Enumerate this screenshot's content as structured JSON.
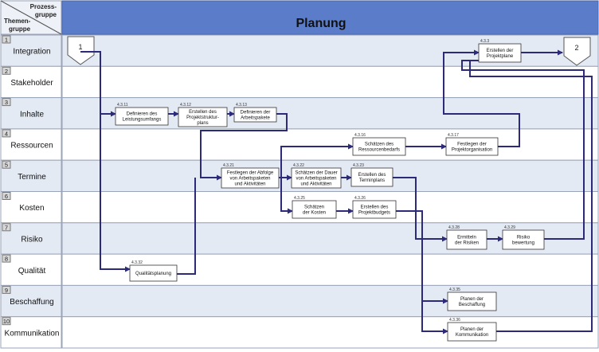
{
  "header": {
    "corner_top": "Prozess-",
    "corner_top2": "gruppe",
    "corner_bottom": "Themen-",
    "corner_bottom2": "gruppe",
    "title": "Planung"
  },
  "lanes": [
    {
      "number": "1",
      "name": "Integration"
    },
    {
      "number": "2",
      "name": "Stakeholder"
    },
    {
      "number": "3",
      "name": "Inhalte"
    },
    {
      "number": "4",
      "name": "Ressourcen"
    },
    {
      "number": "5",
      "name": "Termine"
    },
    {
      "number": "6",
      "name": "Kosten"
    },
    {
      "number": "7",
      "name": "Risiko"
    },
    {
      "number": "8",
      "name": "Qualität"
    },
    {
      "number": "9",
      "name": "Beschaffung"
    },
    {
      "number": "10",
      "name": "Kommunikation"
    }
  ],
  "connectors": [
    {
      "id": "start",
      "label": "1"
    },
    {
      "id": "end",
      "label": "2"
    }
  ],
  "processes": [
    {
      "id": "p4_3_11",
      "code": "4.3.11",
      "lines": [
        "Definieren des",
        "Leistungsumfangs"
      ]
    },
    {
      "id": "p4_3_12",
      "code": "4.3.12",
      "lines": [
        "Erstellen des",
        "Projektstruktur-",
        "plans"
      ]
    },
    {
      "id": "p4_3_13",
      "code": "4.3.13",
      "lines": [
        "Definieren der",
        "Arbeitspakete"
      ]
    },
    {
      "id": "p4_3_16",
      "code": "4.3.16",
      "lines": [
        "Schätzen des",
        "Ressourcenbedarfs"
      ]
    },
    {
      "id": "p4_3_17",
      "code": "4.3.17",
      "lines": [
        "Festlegen der",
        "Projektorganisation"
      ]
    },
    {
      "id": "p4_3_21",
      "code": "4.3.21",
      "lines": [
        "Festlegen der Abfolge",
        "von Arbeitspaketen",
        "und Aktivitäten"
      ]
    },
    {
      "id": "p4_3_22",
      "code": "4.3.22",
      "lines": [
        "Schätzen der Dauer",
        "von Arbeitspaketen",
        "und Aktivitäten"
      ]
    },
    {
      "id": "p4_3_23",
      "code": "4.3.23",
      "lines": [
        "Erstellen des",
        "Terminplans"
      ]
    },
    {
      "id": "p4_3_25",
      "code": "4.3.25",
      "lines": [
        "Schätzen",
        "der Kosten"
      ]
    },
    {
      "id": "p4_3_26",
      "code": "4.3.26",
      "lines": [
        "Erstellen des",
        "Projektbudgets"
      ]
    },
    {
      "id": "p4_3_28",
      "code": "4.3.28",
      "lines": [
        "Ermitteln",
        "der Risiken"
      ]
    },
    {
      "id": "p4_3_29",
      "code": "4.3.29",
      "lines": [
        "Risiko",
        "bewertung"
      ]
    },
    {
      "id": "p4_3_32",
      "code": "4.3.32",
      "lines": [
        "Qualitätsplanung"
      ]
    },
    {
      "id": "p4_3_35",
      "code": "4.3.35",
      "lines": [
        "Planen der",
        "Beschaffung"
      ]
    },
    {
      "id": "p4_3_36",
      "code": "4.3.36",
      "lines": [
        "Planen der",
        "Kommunikation"
      ]
    },
    {
      "id": "p4_3_3",
      "code": "4.3.3",
      "lines": [
        "Erstellen der",
        "Projektplane"
      ]
    }
  ],
  "colors": {
    "header_bg": "#5b7cc9",
    "corner_bg": "#eef1f8",
    "lane_shade": "#e4eaf4",
    "lane_plain": "#ffffff",
    "grid": "#9aa4b8",
    "arrow": "#2d2a7a",
    "box_border": "#333333"
  }
}
